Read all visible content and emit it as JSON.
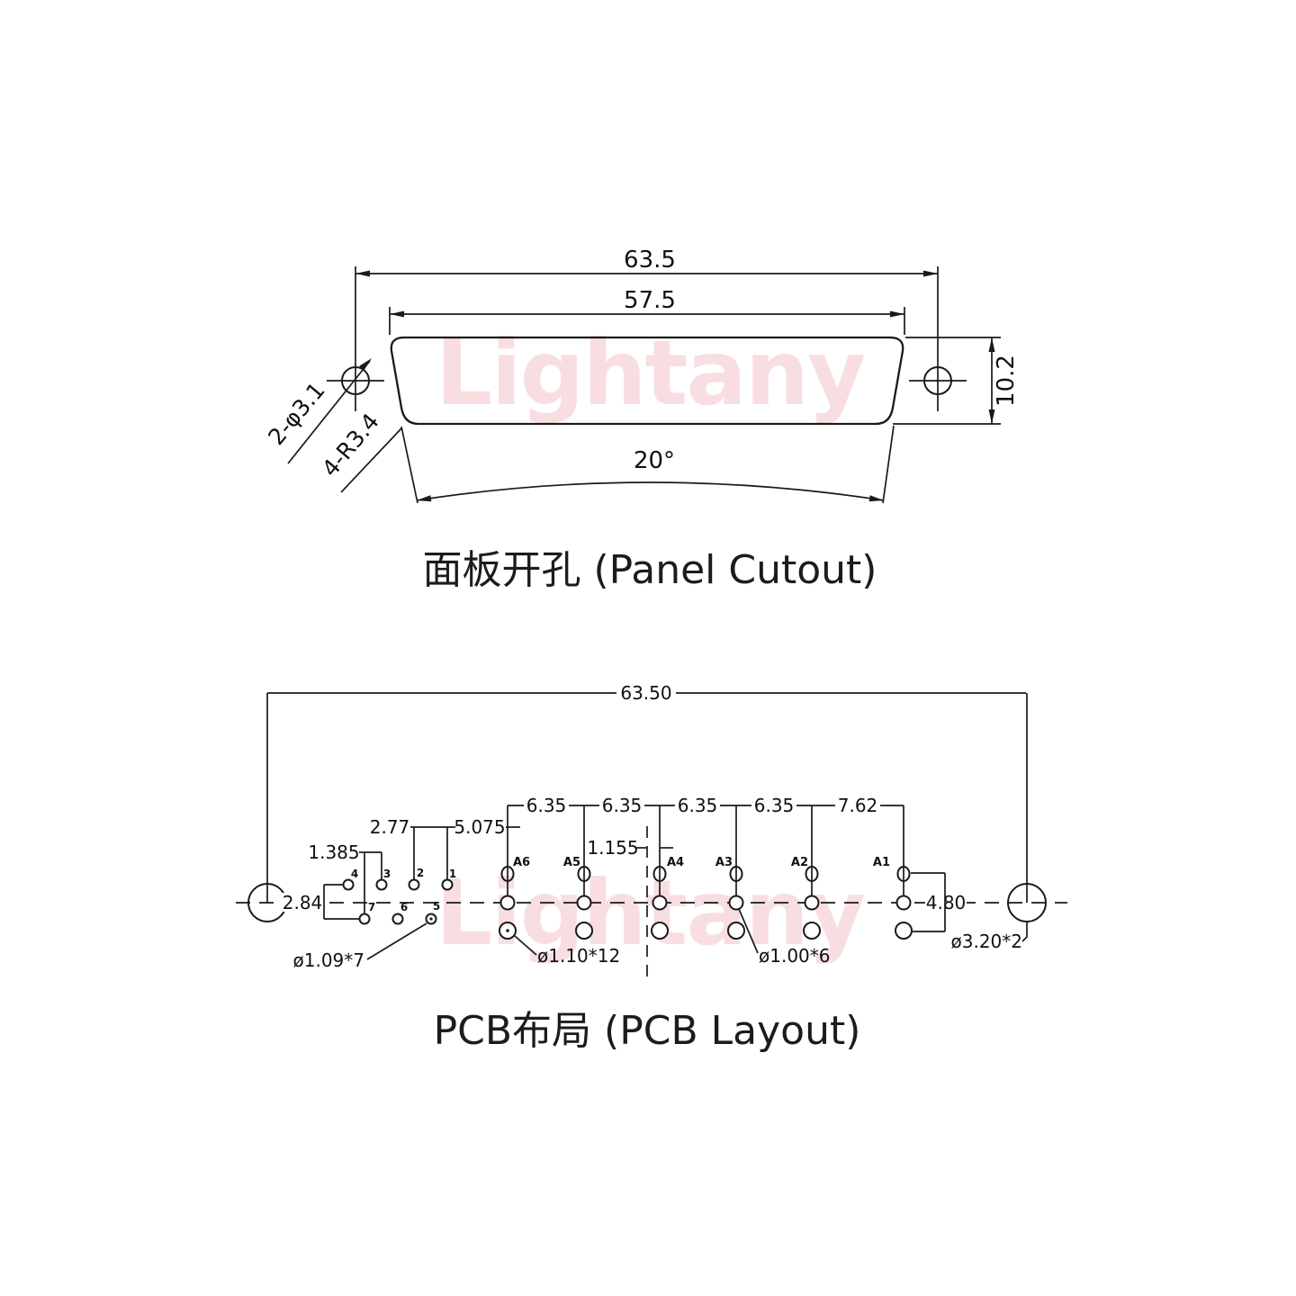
{
  "watermark": {
    "text": "Lightany",
    "color": "#f3bfc5"
  },
  "panel_cutout": {
    "title": "面板开孔 (Panel Cutout)",
    "dim_outer_width": "63.5",
    "dim_inner_width": "57.5",
    "dim_height": "10.2",
    "dim_angle": "20°",
    "label_mount_holes": "2-φ3.1",
    "label_corner_radius": "4-R3.4"
  },
  "pcb_layout": {
    "title": "PCB布局 (PCB Layout)",
    "dim_outer_width": "63.50",
    "pitches": [
      "6.35",
      "6.35",
      "6.35",
      "6.35",
      "7.62"
    ],
    "dim_small_pitch": "2.77",
    "dim_gap_small_to_coax": "5.075",
    "dim_small_row_offset": "1.385",
    "dim_center_offset": "1.155",
    "dim_small_row_spacing": "2.84",
    "dim_coax_row_spacing": "4.80",
    "label_hole_small": "ø1.09*7",
    "label_hole_coax_mid": "ø1.10*12",
    "label_hole_coax_bottom": "ø1.00*6",
    "label_hole_mount": "ø3.20*2",
    "coax_pins": [
      "A6",
      "A5",
      "A4",
      "A3",
      "A2",
      "A1"
    ],
    "small_pins_top": [
      "4",
      "3",
      "2",
      "1"
    ],
    "small_pins_bottom": [
      "7",
      "6",
      "5"
    ]
  }
}
